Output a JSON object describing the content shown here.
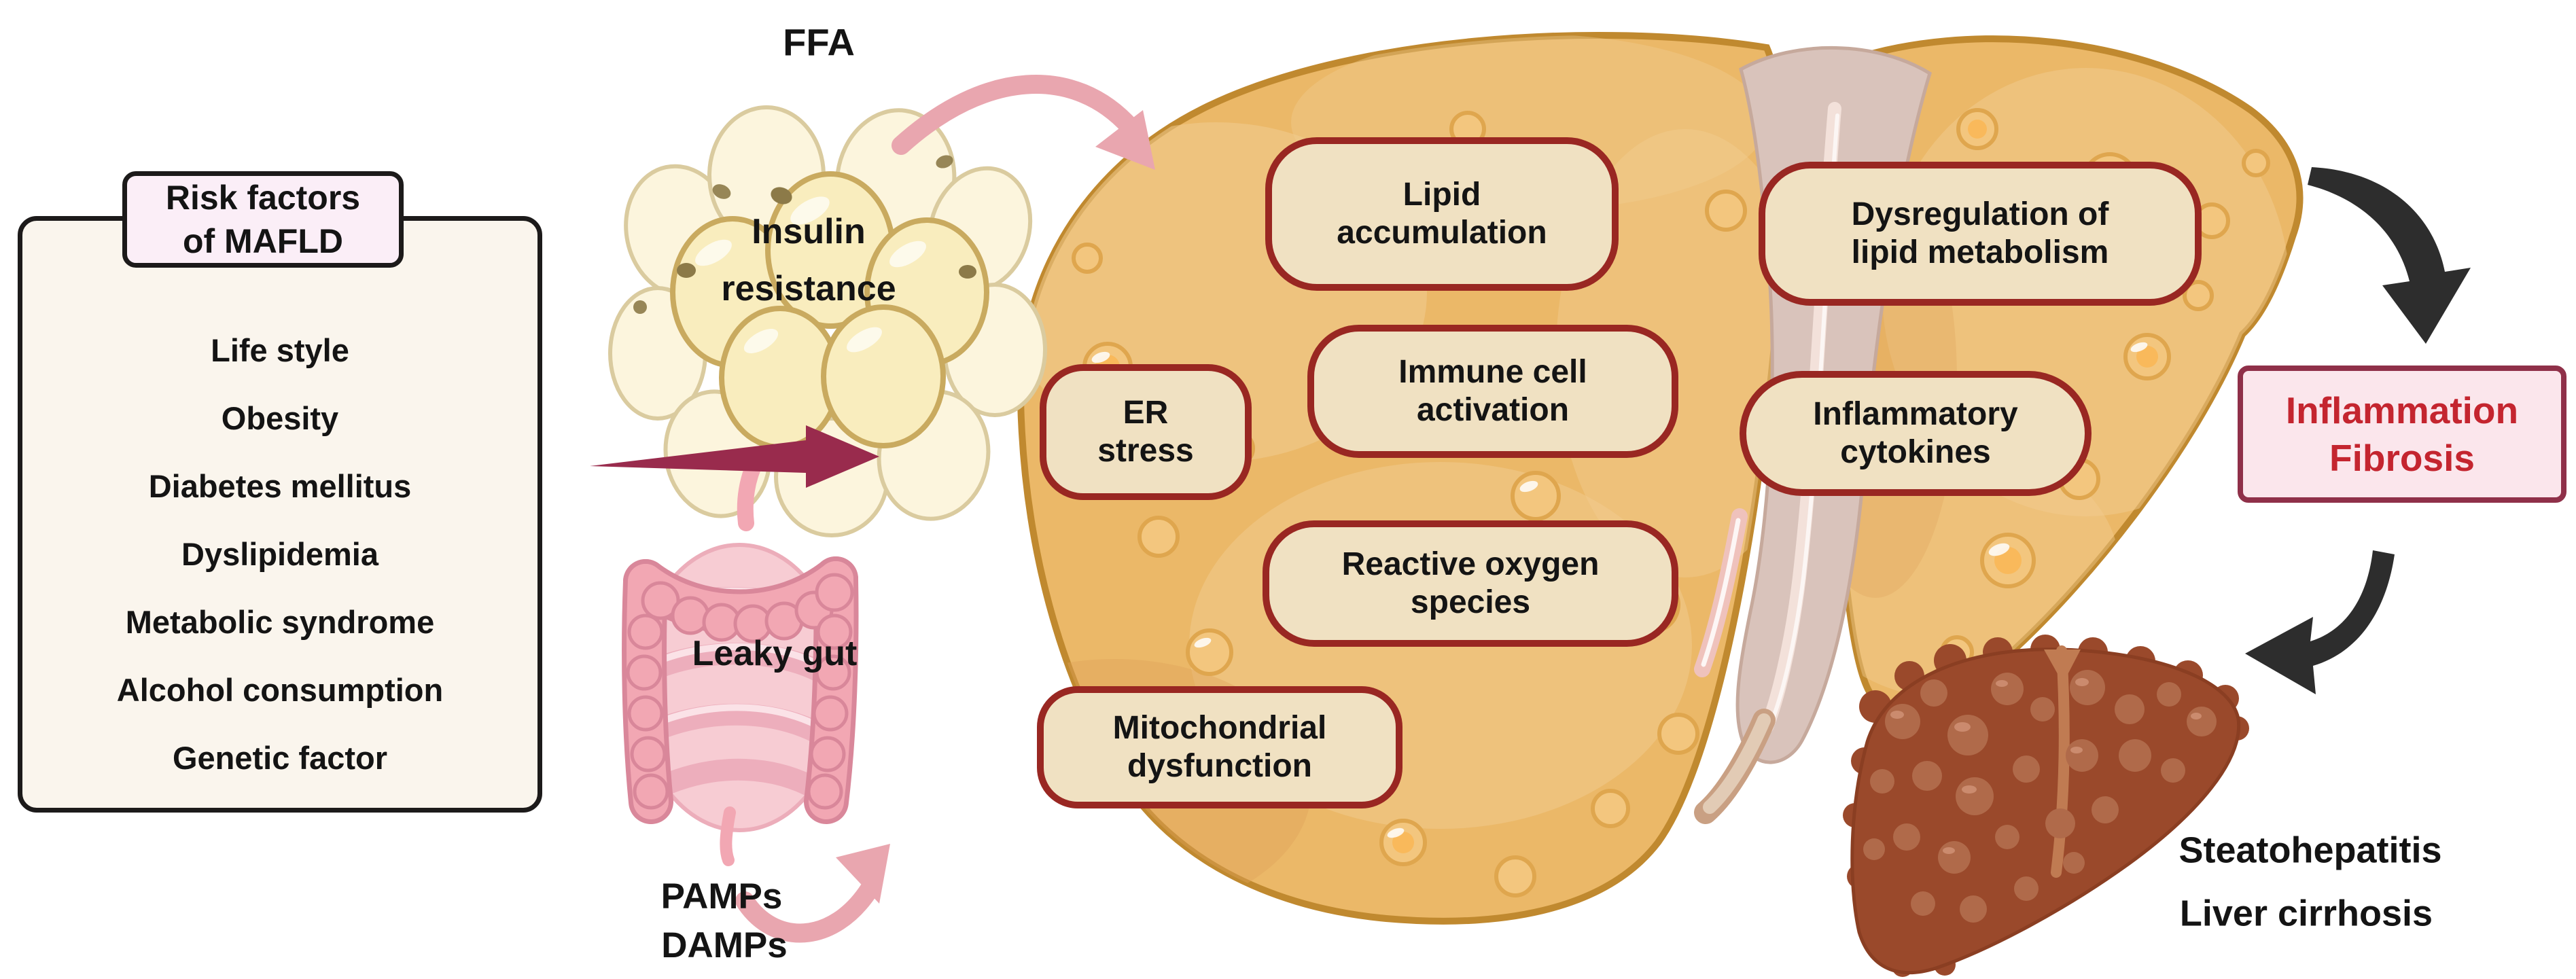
{
  "figure": {
    "risk_panel": {
      "title": "Risk factors\nof MAFLD",
      "items": [
        "Life style",
        "Obesity",
        "Diabetes mellitus",
        "Dyslipidemia",
        "Metabolic syndrome",
        "Alcohol consumption",
        "Genetic factor"
      ]
    },
    "adipose": {
      "ffa": "FFA",
      "label": "Insulin\nresistance"
    },
    "gut": {
      "label": "Leaky gut",
      "pamps": "PAMPs",
      "damps": "DAMPs"
    },
    "liver": {
      "bubbles": [
        "Lipid\naccumulation",
        "Dysregulation of\nlipid metabolism",
        "ER\nstress",
        "Immune cell\nactivation",
        "Inflammatory\ncytokines",
        "Reactive oxygen\nspecies",
        "Mitochondrial\ndysfunction"
      ]
    },
    "outcome": {
      "inflammation": "Inflammation",
      "fibrosis": "Fibrosis",
      "steatohepatitis": "Steatohepatitis",
      "liver_cirrhosis": "Liver cirrhosis"
    },
    "colors": {
      "liver_fill": "#EBB868",
      "liver_outline": "#C0892F",
      "bubble_fill": "#F0E1C2",
      "bubble_border": "#992722",
      "risk_panel_fill": "#FAF5ED",
      "risk_header_fill": "#FBEEF7",
      "outcome_box_fill": "#FBE6EC",
      "outcome_box_border": "#8F3049",
      "outcome_text": "#C4252F",
      "maroon_arrow": "#992B4D",
      "pink_arrow": "#E9A6AF",
      "black_arrow": "#2D2D2D",
      "cirrhotic_liver": "#9A492B"
    }
  }
}
